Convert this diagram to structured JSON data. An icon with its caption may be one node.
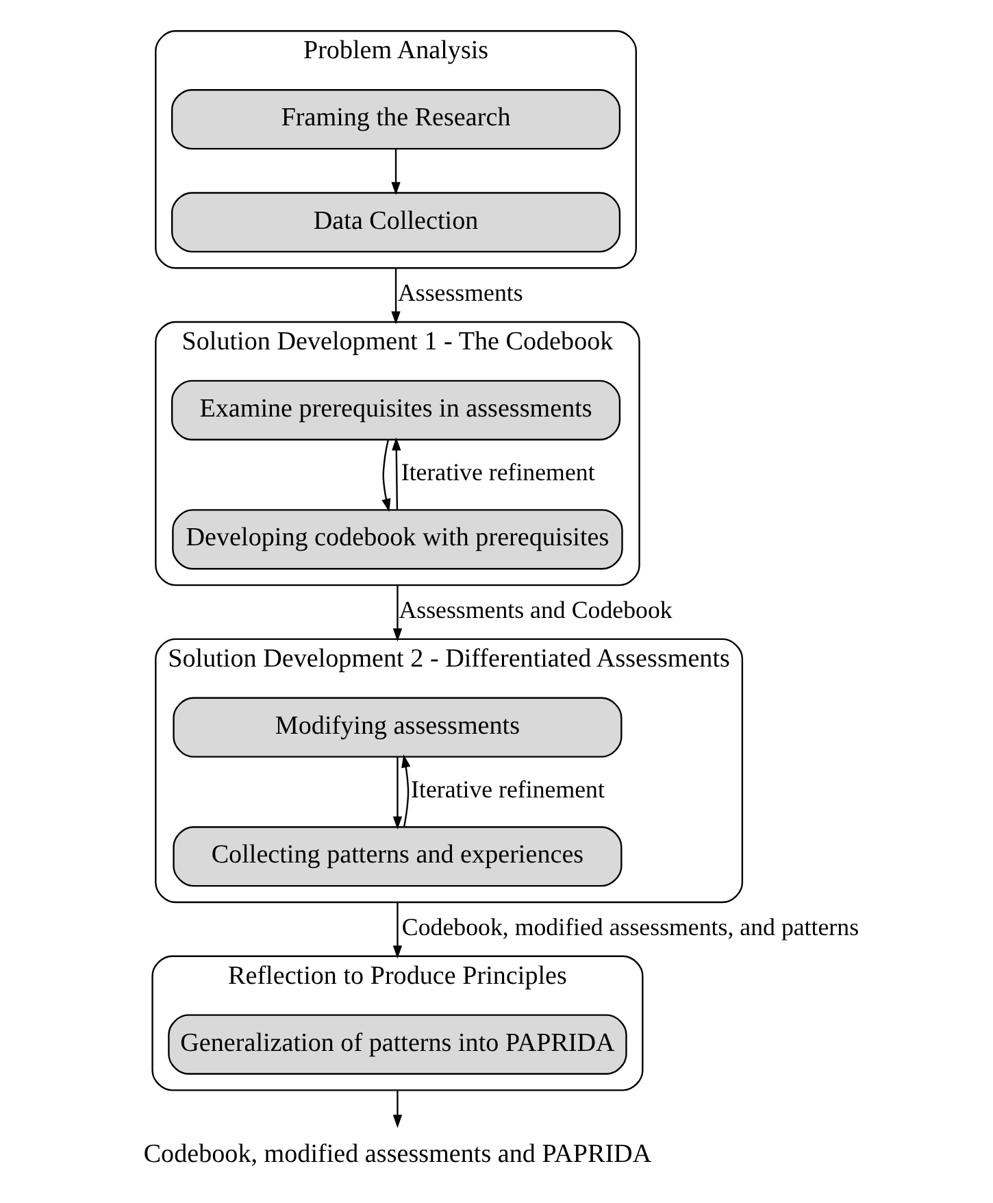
{
  "diagram": {
    "nodes": [
      {
        "text": [
          "Problem Analysis"
        ]
      },
      {
        "text": [
          "Framing the Research"
        ],
        "in": 0
      },
      {
        "text": [
          "Data Collection"
        ],
        "in": 0
      },
      {
        "text": [
          "Solution Development 1 - The Codebook"
        ]
      },
      {
        "text": [
          "Examine prerequisites in assessments"
        ],
        "in": 3
      },
      {
        "text": [
          "Developing codebook with prerequisites"
        ],
        "in": 3
      },
      {
        "text": [
          "Solution Development 2 - Differentiated Assessments"
        ]
      },
      {
        "text": [
          "Modifying assessments"
        ],
        "in": 6
      },
      {
        "text": [
          "Collecting patterns and experiences"
        ],
        "in": 6
      },
      {
        "text": [
          "Reflection to Produce Principles"
        ]
      },
      {
        "text": [
          "Generalization of patterns into PAPRIDA"
        ],
        "in": 9
      },
      {
        "text": [
          "Codebook, modified assessments and PAPRIDA"
        ]
      }
    ],
    "edges": [
      {
        "from": 1,
        "to": 2,
        "arrow": "to"
      },
      {
        "from": 0,
        "to": 3,
        "arrow": "to",
        "label": "Assessments"
      },
      {
        "from": 4,
        "to": 5,
        "arrow": "to"
      },
      {
        "from": 5,
        "to": 4,
        "arrow": "to",
        "label": "Iterative refinement"
      },
      {
        "from": 3,
        "to": 6,
        "arrow": "to",
        "label": "Assessments and Codebook"
      },
      {
        "from": 7,
        "to": 8,
        "arrow": "to"
      },
      {
        "from": 8,
        "to": 7,
        "arrow": "to",
        "label": "Iterative refinement"
      },
      {
        "from": 6,
        "to": 9,
        "arrow": "to",
        "label": "Codebook, modified assessments, and patterns"
      },
      {
        "from": 9,
        "to": 11,
        "arrow": "to"
      }
    ]
  }
}
